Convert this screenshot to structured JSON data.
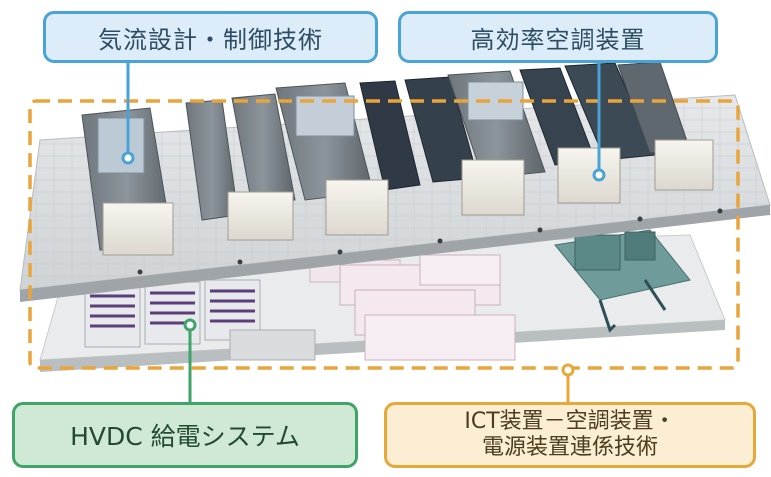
{
  "labels": {
    "airflow": "気流設計・制御技術",
    "aircon": "高効率空調装置",
    "hvdc": "HVDC 給電システム",
    "coop_line1": "ICT装置－空調装置・",
    "coop_line2": "電源装置連係技術"
  },
  "colors": {
    "blue_border": "#4aa3d6",
    "blue_fill": "#dcecf8",
    "green_border": "#3fa46a",
    "green_fill": "#cfe9d4",
    "orange_border": "#e7a83a",
    "orange_fill": "#fbeed3",
    "dashed_region": "#e9a43a"
  }
}
